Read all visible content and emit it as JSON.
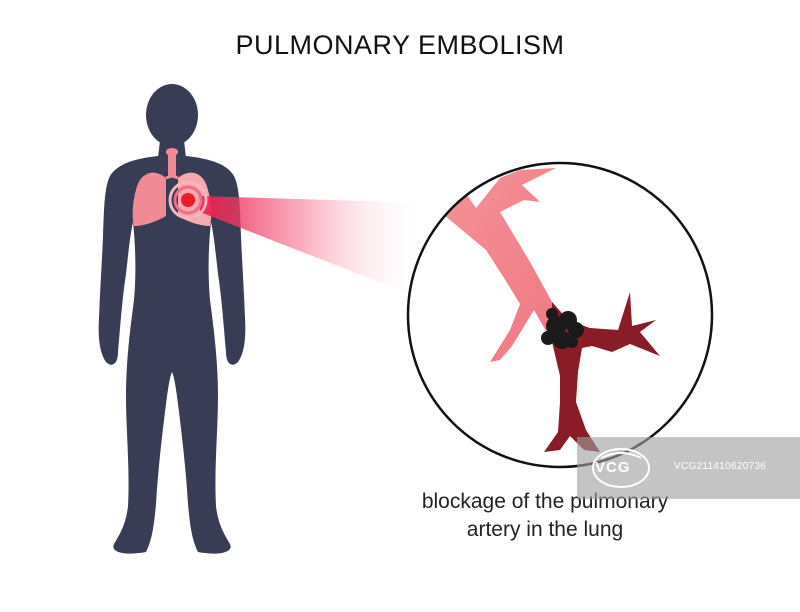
{
  "title": "PULMONARY EMBOLISM",
  "caption": {
    "line1": "blockage of the pulmonary",
    "line2": "artery in the lung"
  },
  "watermark": {
    "brand": "VCG",
    "id": "VCG211410620736"
  },
  "colors": {
    "silhouette": "#383c55",
    "lung": "#f08b95",
    "lung_right": "#f6aab0",
    "highlight": "#ec1c24",
    "artery_light": "#f3888f",
    "artery_dark": "#8a1c28",
    "clot": "#1a1a1a"
  }
}
